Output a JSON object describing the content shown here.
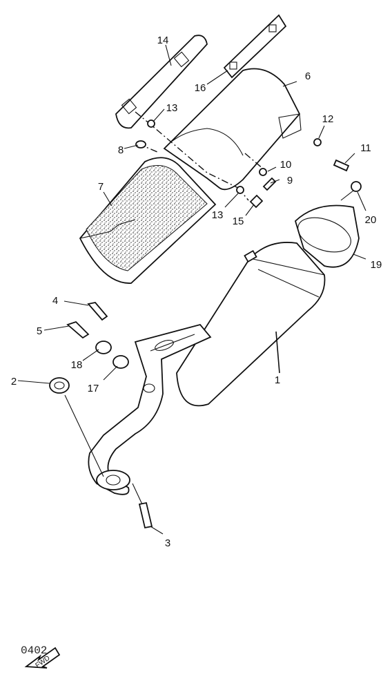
{
  "callouts": {
    "p1": "1",
    "p2": "2",
    "p3": "3",
    "p4": "4",
    "p5": "5",
    "p6": "6",
    "p7": "7",
    "p8": "8",
    "p9": "9",
    "p10": "10",
    "p11": "11",
    "p12": "12",
    "p13a": "13",
    "p13b": "13",
    "p14": "14",
    "p15": "15",
    "p16": "16",
    "p17": "17",
    "p18": "18",
    "p19": "19",
    "p20": "20"
  },
  "footer": {
    "code": "0402",
    "fwd": "FWD"
  }
}
